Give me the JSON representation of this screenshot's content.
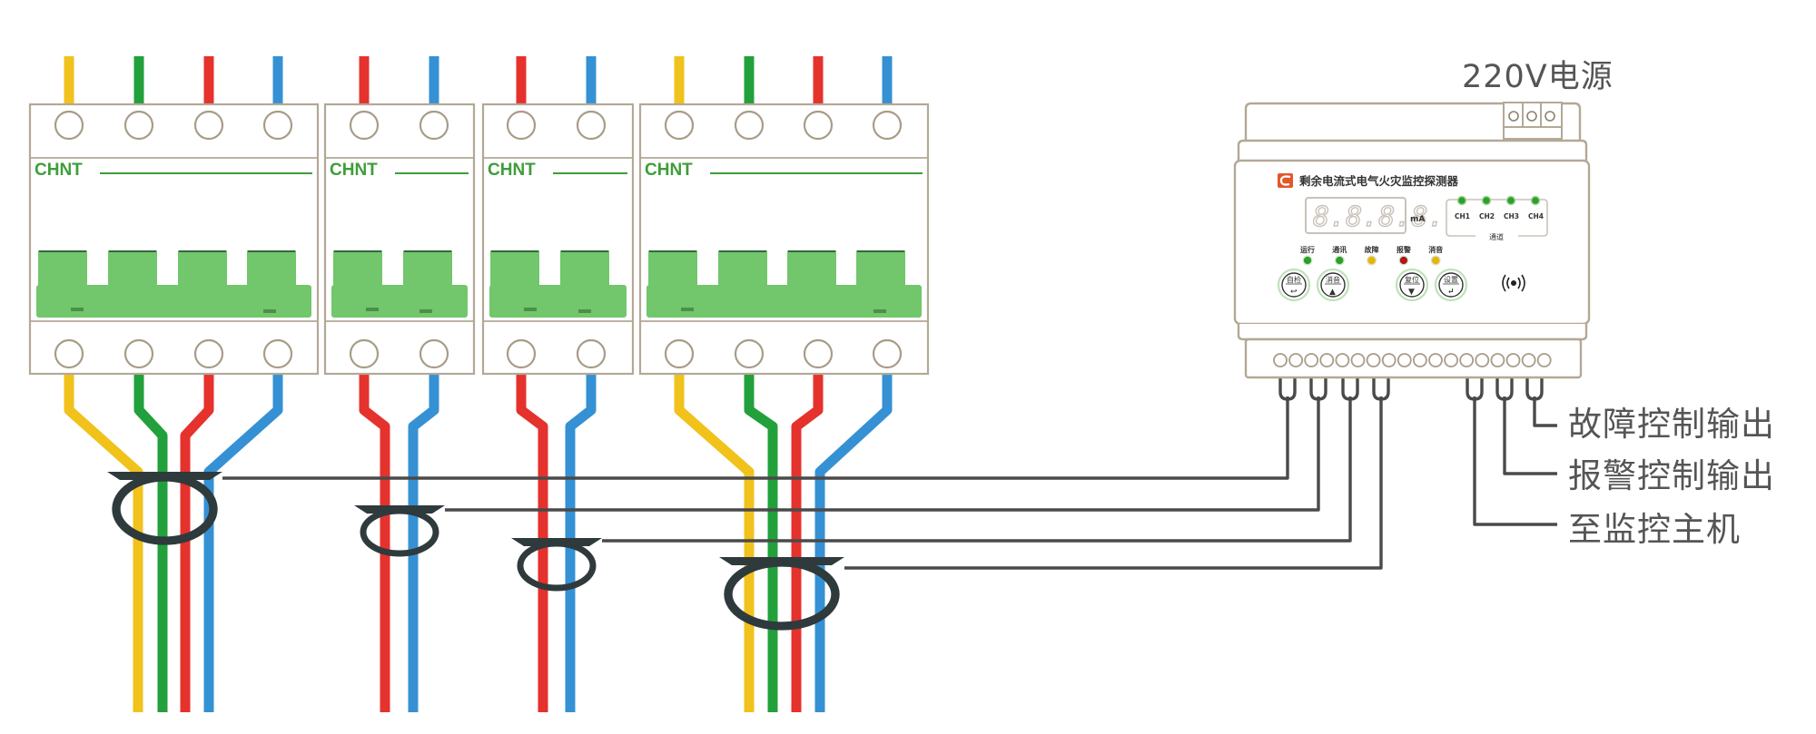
{
  "title": "剩余电流式电气火灾监控探测器 接线示意图",
  "colors": {
    "wire_yellow": "#f1c21b",
    "wire_green": "#22a03b",
    "wire_red": "#e5322d",
    "wire_blue": "#3591d4",
    "breaker_handle": "#72c66b",
    "brand": "#3f9d3a",
    "signal_line": "#4a4a4a",
    "coil": "#2f3a3d",
    "outline": "#b3a896",
    "led_green": "#2f9e2c",
    "led_yellow": "#e8b400",
    "led_red": "#b0161a",
    "logo": "#e2572a"
  },
  "breakers": [
    {
      "brand": "CHNT",
      "poles": [
        "yellow",
        "green",
        "red",
        "blue"
      ]
    },
    {
      "brand": "CHNT",
      "poles": [
        "red",
        "blue"
      ]
    },
    {
      "brand": "CHNT",
      "poles": [
        "red",
        "blue"
      ]
    },
    {
      "brand": "CHNT",
      "poles": [
        "yellow",
        "green",
        "red",
        "blue"
      ]
    }
  ],
  "power_label": "220V电源",
  "device": {
    "name": "剩余电流式电气火灾监控探测器",
    "display_value": "8.8.8.8.",
    "display_unit": "mA",
    "channels": [
      "CH1",
      "CH2",
      "CH3",
      "CH4"
    ],
    "channel_group_label": "通道",
    "indicators": [
      {
        "label": "运行",
        "color": "green"
      },
      {
        "label": "通讯",
        "color": "green"
      },
      {
        "label": "故障",
        "color": "yellow"
      },
      {
        "label": "报警",
        "color": "red"
      },
      {
        "label": "消音",
        "color": "yellow"
      }
    ],
    "buttons": [
      {
        "label": "自检",
        "symbol": "↩"
      },
      {
        "label": "消音",
        "symbol": "▲"
      },
      {
        "label": "复位",
        "symbol": "▼"
      },
      {
        "label": "设置",
        "symbol": "↵"
      }
    ],
    "wireless_icon": "wireless-signal-icon",
    "terminal_count": 18
  },
  "output_labels": [
    "故障控制输出",
    "报警控制输出",
    "至监控主机"
  ]
}
